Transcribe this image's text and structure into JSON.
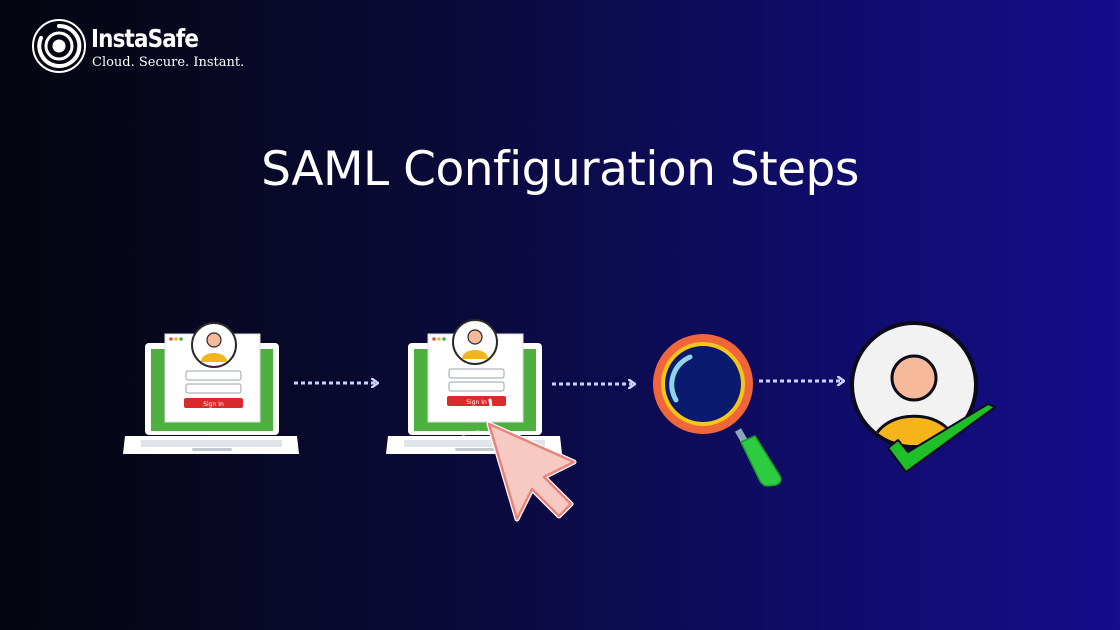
{
  "brand": {
    "name": "InstaSafe",
    "tagline": "Cloud. Secure. Instant."
  },
  "headline": "SAML Configuration Steps",
  "steps": [
    {
      "icon": "laptop-login-icon",
      "button_label": "Sign In"
    },
    {
      "icon": "laptop-login-click-icon",
      "button_label": "Sign In"
    },
    {
      "icon": "magnifying-glass-icon"
    },
    {
      "icon": "verified-user-icon"
    }
  ],
  "colors": {
    "background_left": "#05050f",
    "background_right": "#160c8c",
    "laptop_screen": "#4caf3e",
    "login_button": "#d92b2b",
    "checkmark": "#1fbf2a",
    "magnifier_ring": "#f0653a",
    "avatar_body": "#f5b41a"
  }
}
